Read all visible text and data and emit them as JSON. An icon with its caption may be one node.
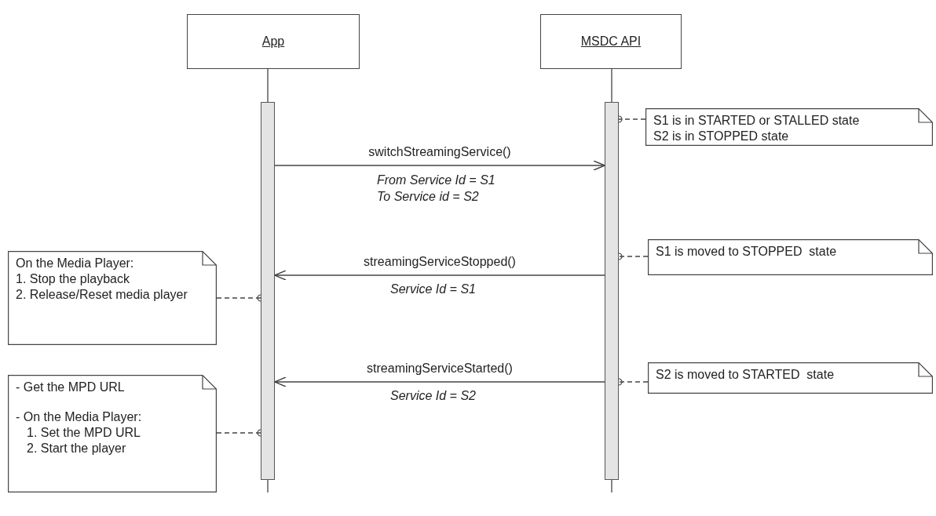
{
  "diagram": {
    "nodes": [
      {
        "text": [
          "App"
        ]
      },
      {
        "text": [
          "MSDC API"
        ]
      },
      {
        "text": [],
        "shape": "bar"
      },
      {
        "text": [],
        "shape": "bar"
      },
      {
        "text": [
          "S1 is in STARTED or STALLED state",
          "S2 is in STOPPED state"
        ]
      },
      {
        "text": [
          "S1 is moved to STOPPED  state"
        ]
      },
      {
        "text": [
          "S2 is moved to STARTED  state"
        ]
      },
      {
        "text": [
          "On the Media Player:",
          "1. Stop the playback",
          "2. Release/Reset media player"
        ]
      },
      {
        "text": [
          "- Get the MPD URL",
          "- On the Media Player:",
          "1. Set the MPD URL",
          "2. Start the player"
        ]
      }
    ],
    "edges": [
      {
        "from": 0,
        "to": 2,
        "arrow": "none"
      },
      {
        "from": 1,
        "to": 3,
        "arrow": "none"
      },
      {
        "from": 2,
        "to": null,
        "arrow": "none"
      },
      {
        "from": 3,
        "to": null,
        "arrow": "none"
      },
      {
        "from": 2,
        "to": 3,
        "arrow": "to",
        "label": "switchStreamingService()"
      },
      {
        "from": 3,
        "to": 2,
        "arrow": "to",
        "label": "streamingServiceStopped()"
      },
      {
        "from": 3,
        "to": 2,
        "arrow": "to",
        "label": "streamingServiceStarted()"
      },
      {
        "from": 4,
        "to": 3,
        "arrow": "other",
        "style": "dashed"
      },
      {
        "from": 5,
        "to": 3,
        "arrow": "other",
        "style": "dashed"
      },
      {
        "from": 6,
        "to": 3,
        "arrow": "other",
        "style": "dashed"
      },
      {
        "from": 7,
        "to": 2,
        "arrow": "other",
        "style": "dashed"
      },
      {
        "from": 8,
        "to": 2,
        "arrow": "other",
        "style": "dashed"
      }
    ],
    "labels": [
      "From Service Id = S1",
      "To Service id = S2",
      "Service Id = S1",
      "Service Id = S2"
    ]
  }
}
